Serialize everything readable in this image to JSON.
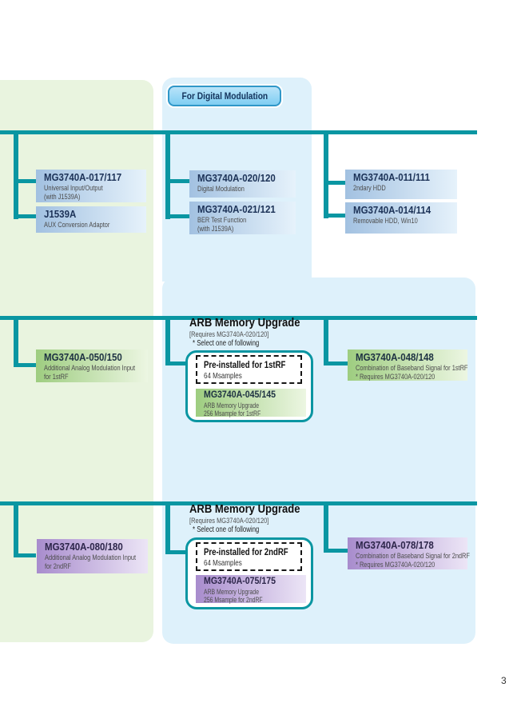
{
  "page_number": "3",
  "badge": "For Digital Modulation",
  "colors": {
    "teal_connector": "#0a96a2",
    "panel_green": "#e9f4df",
    "panel_blue": "#def1fb",
    "box_blue_start": "#a2c1e1",
    "box_green_start": "#9ecd80",
    "box_purple_start": "#a88ccd",
    "badge_fill": "#8fd3f4",
    "badge_border": "#2f97c8"
  },
  "row1": {
    "left": [
      {
        "code": "MG3740A-017/117",
        "line1": "Universal Input/Output",
        "line2": "(with J1539A)"
      },
      {
        "code": "J1539A",
        "line1": "AUX Conversion Adaptor"
      }
    ],
    "middle": [
      {
        "code": "MG3740A-020/120",
        "line1": "Digital Modulation"
      },
      {
        "code": "MG3740A-021/121",
        "line1": "BER Test Function",
        "line2": "(with J1539A)"
      }
    ],
    "right": [
      {
        "code": "MG3740A-011/111",
        "line1": "2ndary HDD"
      },
      {
        "code": "MG3740A-014/114",
        "line1": "Removable HDD, Win10"
      }
    ]
  },
  "arb1": {
    "title": "ARB Memory Upgrade",
    "requires": "[Requires MG3740A-020/120]",
    "select_note": "* Select one of following",
    "left_box": {
      "code": "MG3740A-050/150",
      "line1": "Additional Analog Modulation Input",
      "line2": "for 1stRF"
    },
    "preinstalled": {
      "title": "Pre-installed for 1stRF",
      "line1": "64 Msamples"
    },
    "upgrade": {
      "code": "MG3740A-045/145",
      "line1": "ARB Memory Upgrade",
      "line2": "256 Msample for 1stRF"
    },
    "right_box": {
      "code": "MG3740A-048/148",
      "line1": "Combination of Baseband Signal for 1stRF",
      "line2": "* Requires MG3740A-020/120"
    }
  },
  "arb2": {
    "title": "ARB Memory Upgrade",
    "requires": "[Requires MG3740A-020/120]",
    "select_note": "* Select one of following",
    "left_box": {
      "code": "MG3740A-080/180",
      "line1": "Additional Analog Modulation Input",
      "line2": "for 2ndRF"
    },
    "preinstalled": {
      "title": "Pre-installed for 2ndRF",
      "line1": "64 Msamples"
    },
    "upgrade": {
      "code": "MG3740A-075/175",
      "line1": "ARB Memory Upgrade",
      "line2": "256 Msample for 2ndRF"
    },
    "right_box": {
      "code": "MG3740A-078/178",
      "line1": "Combination of Baseband Signal for 2ndRF",
      "line2": "* Requires MG3740A-020/120"
    }
  }
}
